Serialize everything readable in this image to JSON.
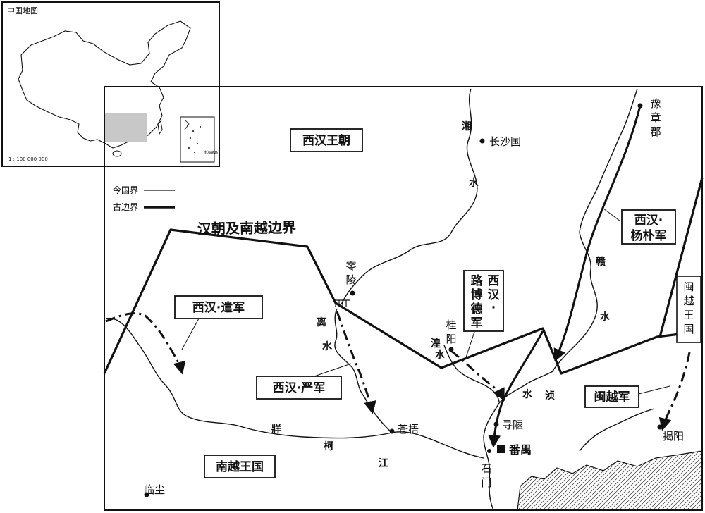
{
  "inset": {
    "title": "中国地图",
    "scale": "1 : 100 000 000",
    "south_sea_label": "南海诸岛"
  },
  "legend": {
    "modern_border": "今国界",
    "ancient_border": "古边界"
  },
  "regions": {
    "western_han": "西汉王朝",
    "nanyue": "南越王国",
    "minyue_kingdom": [
      "闽",
      "越",
      "王",
      "国"
    ]
  },
  "border_label": "汉朝及南越边界",
  "armies": {
    "yang_pu": [
      "西汉·",
      "杨朴军"
    ],
    "lu_bode": [
      "西",
      "汉",
      "·",
      "路",
      "博",
      "德",
      "军"
    ],
    "qian": "西汉·遣军",
    "yan": "西汉·严军",
    "minyue_army": "闽越军"
  },
  "places": {
    "changsha": "长沙国",
    "yuzhang": [
      "豫",
      "章",
      "郡"
    ],
    "lingling": [
      "零",
      "陵"
    ],
    "guiyang": [
      "桂",
      "阳"
    ],
    "cangwu": "苍梧",
    "xunxia": "寻陿",
    "panyu": "番禺",
    "shimen": [
      "石",
      "门"
    ],
    "jieyang": "揭阳",
    "linchen": "临尘"
  },
  "rivers": {
    "xiang": [
      "湘",
      "水"
    ],
    "gan": [
      "赣",
      "水"
    ],
    "li": [
      "离",
      "水"
    ],
    "huang": [
      "湟",
      "水"
    ],
    "zhen": [
      "浈",
      "水"
    ],
    "zangke": [
      "牂",
      "柯",
      "江"
    ]
  }
}
